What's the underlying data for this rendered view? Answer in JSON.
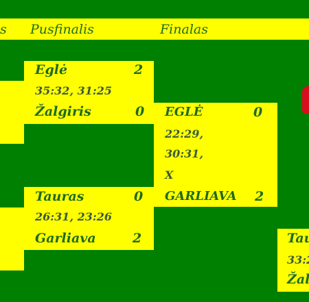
{
  "header": {
    "col0_partial": "s",
    "semifinal_label": "Pusfinalis",
    "final_label": "Finalas"
  },
  "semifinals": [
    {
      "team1": "Eglė",
      "score1": "2",
      "sets": "35:32, 31:25",
      "team2": "Žalgiris",
      "score2": "0"
    },
    {
      "team1": "Tauras",
      "score1": "0",
      "sets": "26:31, 23:26",
      "team2": "Garliava",
      "score2": "2"
    }
  ],
  "final": {
    "team1": "EGLĖ",
    "score1": "0",
    "sets_line1": "22:29,",
    "sets_line2": "30:31,",
    "sets_line3": "X",
    "team2": "GARLIAVA",
    "score2": "2"
  },
  "partial_right": {
    "team1": "Tau",
    "sets": "33:2",
    "team2": "Žal"
  },
  "colors": {
    "background": "#008000",
    "box": "#ffff00",
    "text": "#1e6b1e",
    "accent": "#d60e1f"
  }
}
